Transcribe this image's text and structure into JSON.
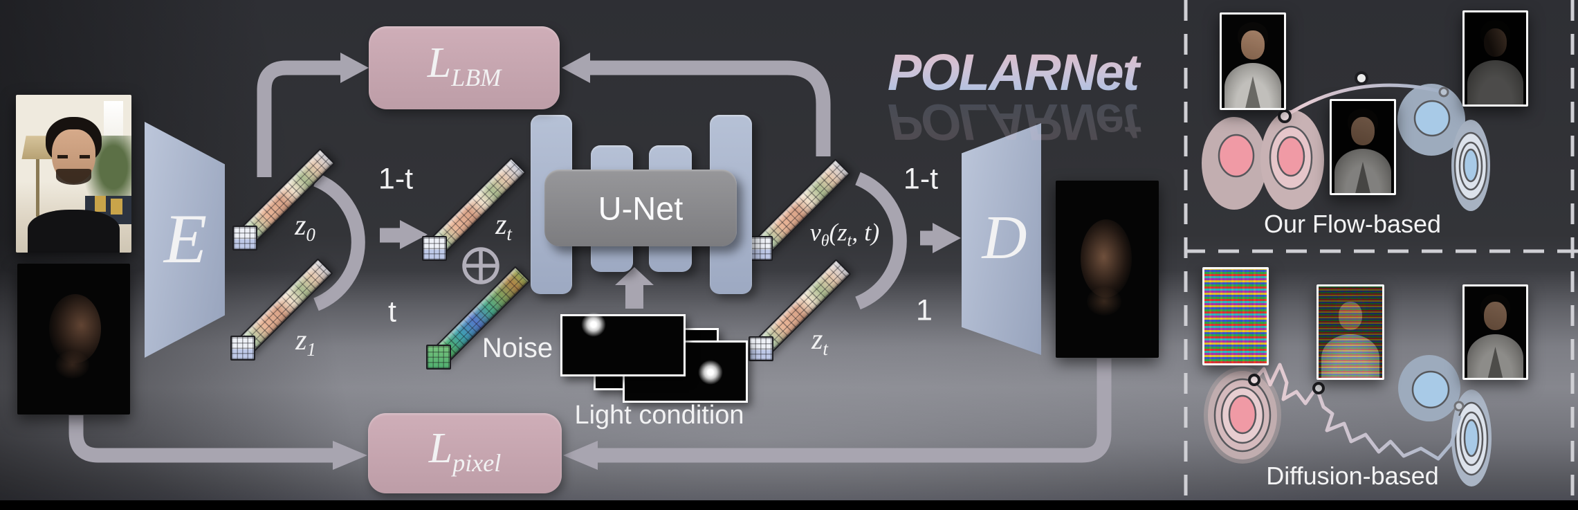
{
  "title": {
    "text": "POLARNet"
  },
  "encoder": {
    "label": "E"
  },
  "decoder": {
    "label": "D"
  },
  "unet": {
    "label": "U-Net"
  },
  "losses": {
    "lbm": {
      "base": "L",
      "sub": "LBM"
    },
    "pixel": {
      "base": "L",
      "sub": "pixel"
    }
  },
  "latents": {
    "z0": {
      "base": "z",
      "sub": "0"
    },
    "z1": {
      "base": "z",
      "sub": "1"
    },
    "zt_in": {
      "base": "z",
      "sub": "t"
    },
    "zt_out": {
      "base": "z",
      "sub": "t"
    },
    "v_pred": {
      "v": "v",
      "vsub": "θ",
      "arg_open": "(z",
      "arg_sub": "t",
      "arg_close": ", t)"
    }
  },
  "weights": {
    "left_top": "1-t",
    "left_bottom": "t",
    "right_top": "1-t",
    "right_bottom": "1"
  },
  "noise": {
    "label": "Noise"
  },
  "light": {
    "label": "Light condition"
  },
  "right_panel": {
    "top": {
      "caption": "Our Flow-based"
    },
    "bottom": {
      "caption": "Diffusion-based"
    }
  },
  "colors": {
    "loss_box": "#c6a6b0",
    "module_blue": "#aeb9d0",
    "unet_gray": "#8a8a8c",
    "arrow": "#a8a5b0",
    "title_top": "#e0b8c2",
    "title_bottom": "#a5c1e5",
    "flow_pink": "#f09aa5",
    "flow_blue": "#a8cae7"
  }
}
